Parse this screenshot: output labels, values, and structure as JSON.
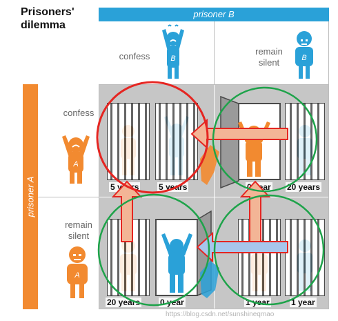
{
  "title": "Prisoners'\ndilemma",
  "prisoner_b_label": "prisoner B",
  "prisoner_a_label": "prisoner A",
  "col_headers": [
    "confess",
    "remain\nsilent"
  ],
  "row_headers": [
    "confess",
    "remain\nsilent"
  ],
  "outcomes": [
    {
      "a": "5 years",
      "b": "5 years"
    },
    {
      "a": "0 year",
      "b": "20 years"
    },
    {
      "a": "20 years",
      "b": "0 year"
    },
    {
      "a": "1 year",
      "b": "1 year"
    }
  ],
  "figure_letters": {
    "a": "A",
    "b": "B"
  },
  "watermark": "https://blog.csdn.net/sunshineqmao",
  "colors": {
    "banner_b": "#2aa1d8",
    "banner_a": "#f28a30",
    "prisoner_a": "#f28a30",
    "prisoner_b": "#2aa1d8",
    "highlight_red": "#e52521",
    "highlight_green": "#1ea34a",
    "arrow_fill": "#f3b596",
    "arrow_blue_fill": "#a7c6ec"
  }
}
